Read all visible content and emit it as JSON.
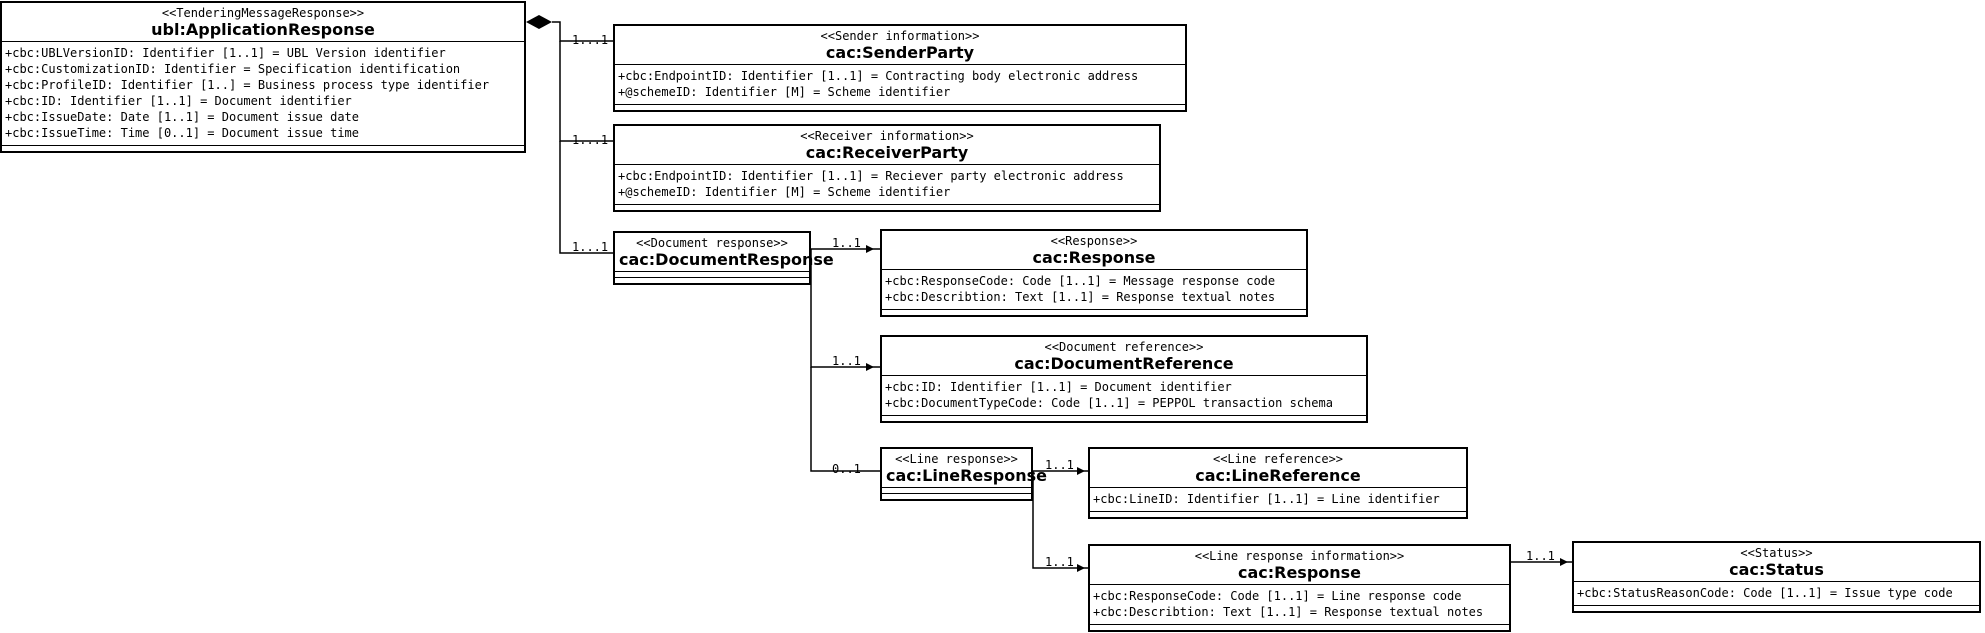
{
  "colors": {
    "line": "#000000",
    "background": "#ffffff"
  },
  "classes": {
    "application_response": {
      "stereotype": "<<TenderingMessageResponse>>",
      "name": "ubl:ApplicationResponse",
      "attributes": [
        "+cbc:UBLVersionID: Identifier [1..1] = UBL Version identifier",
        "+cbc:CustomizationID: Identifier = Specification identification",
        "+cbc:ProfileID: Identifier [1..] = Business process type identifier",
        "+cbc:ID: Identifier [1..1] = Document identifier",
        "+cbc:IssueDate: Date [1..1] = Document issue date",
        "+cbc:IssueTime: Time [0..1] = Document issue time"
      ]
    },
    "sender_party": {
      "stereotype": "<<Sender information>>",
      "name": "cac:SenderParty",
      "attributes": [
        "+cbc:EndpointID: Identifier [1..1] = Contracting body  electronic address",
        "+@schemeID: Identifier [M] = Scheme identifier"
      ]
    },
    "receiver_party": {
      "stereotype": "<<Receiver information>>",
      "name": "cac:ReceiverParty",
      "attributes": [
        "+cbc:EndpointID: Identifier [1..1] = Reciever party electronic address",
        "+@schemeID: Identifier [M] = Scheme identifier"
      ]
    },
    "document_response": {
      "stereotype": "<<Document response>>",
      "name": "cac:DocumentResponse",
      "attributes": []
    },
    "response": {
      "stereotype": "<<Response>>",
      "name": "cac:Response",
      "attributes": [
        "+cbc:ResponseCode: Code [1..1] = Message response code",
        "+cbc:Describtion: Text [1..1] = Response textual notes"
      ]
    },
    "document_reference": {
      "stereotype": "<<Document reference>>",
      "name": "cac:DocumentReference",
      "attributes": [
        "+cbc:ID: Identifier [1..1] = Document identifier",
        "+cbc:DocumentTypeCode: Code [1..1] = PEPPOL transaction schema"
      ]
    },
    "line_response": {
      "stereotype": "<<Line response>>",
      "name": "cac:LineResponse",
      "attributes": []
    },
    "line_reference": {
      "stereotype": "<<Line reference>>",
      "name": "cac:LineReference",
      "attributes": [
        "+cbc:LineID: Identifier [1..1] = Line identifier"
      ]
    },
    "line_response_info": {
      "stereotype": "<<Line response information>>",
      "name": "cac:Response",
      "attributes": [
        "+cbc:ResponseCode: Code [1..1] = Line response code",
        "+cbc:Describtion: Text [1..1] = Response textual notes"
      ]
    },
    "status": {
      "stereotype": "<<Status>>",
      "name": "cac:Status",
      "attributes": [
        "+cbc:StatusReasonCode: Code [1..1] = Issue type code"
      ]
    }
  },
  "multiplicities": {
    "sender": "1...1",
    "receiver": "1...1",
    "document_response": "1...1",
    "response": "1..1",
    "document_reference": "1..1",
    "line_response": "0..1",
    "line_reference": "1..1",
    "line_response_info": "1..1",
    "status": "1..1"
  }
}
